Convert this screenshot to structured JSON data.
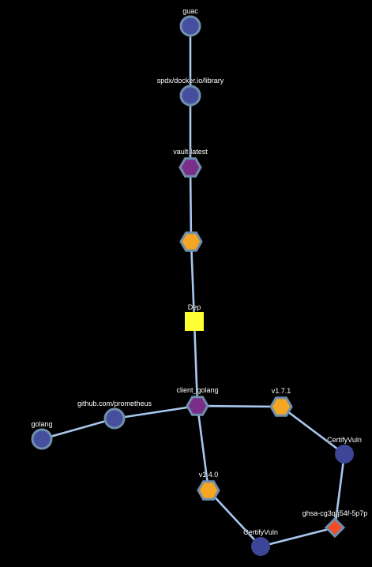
{
  "colors": {
    "background": "#000000",
    "edge": "#a8c8ee",
    "node_border": "#6f8fad",
    "package_blue": "#464f9e",
    "version_orange": "#f5a623",
    "name_purple": "#7b2e88",
    "dependency_yellow": "#ffff33",
    "vuln_navy": "#3d4597",
    "ghsa_red": "#f24c2a",
    "label": "#ffffff"
  },
  "graph": {
    "nodes": [
      {
        "id": "guac",
        "label": "guac",
        "shape": "circle",
        "color": "package_blue",
        "bordered": true
      },
      {
        "id": "spdx",
        "label": "spdx/docker.io/library",
        "shape": "circle",
        "color": "package_blue",
        "bordered": true
      },
      {
        "id": "vault",
        "label": "vault-latest",
        "shape": "hexagon",
        "color": "name_purple",
        "bordered": true
      },
      {
        "id": "vault-ver",
        "label": "",
        "shape": "hexagon",
        "color": "version_orange",
        "bordered": true
      },
      {
        "id": "dep",
        "label": "Dep",
        "shape": "square",
        "color": "dependency_yellow",
        "bordered": false
      },
      {
        "id": "client",
        "label": "client_golang",
        "shape": "hexagon",
        "color": "name_purple",
        "bordered": true
      },
      {
        "id": "prom",
        "label": "github.com/prometheus",
        "shape": "circle",
        "color": "package_blue",
        "bordered": true
      },
      {
        "id": "golang",
        "label": "golang",
        "shape": "circle",
        "color": "package_blue",
        "bordered": true
      },
      {
        "id": "v171",
        "label": "v1.7.1",
        "shape": "hexagon",
        "color": "version_orange",
        "bordered": true
      },
      {
        "id": "cv1",
        "label": "CertifyVuln",
        "shape": "circle",
        "color": "vuln_navy",
        "bordered": false
      },
      {
        "id": "v140",
        "label": "v1.4.0",
        "shape": "hexagon",
        "color": "version_orange",
        "bordered": true
      },
      {
        "id": "ghsa",
        "label": "ghsa-cg3q-j54f-5p7p",
        "shape": "diamond",
        "color": "ghsa_red",
        "bordered": true
      },
      {
        "id": "cv2",
        "label": "CertifyVuln",
        "shape": "circle",
        "color": "vuln_navy",
        "bordered": false
      }
    ],
    "edges": [
      {
        "from": "guac",
        "to": "spdx"
      },
      {
        "from": "spdx",
        "to": "vault"
      },
      {
        "from": "vault",
        "to": "vault-ver"
      },
      {
        "from": "vault-ver",
        "to": "dep"
      },
      {
        "from": "dep",
        "to": "client"
      },
      {
        "from": "client",
        "to": "prom"
      },
      {
        "from": "prom",
        "to": "golang"
      },
      {
        "from": "client",
        "to": "v171"
      },
      {
        "from": "v171",
        "to": "cv1"
      },
      {
        "from": "cv1",
        "to": "ghsa"
      },
      {
        "from": "client",
        "to": "v140"
      },
      {
        "from": "v140",
        "to": "cv2"
      },
      {
        "from": "cv2",
        "to": "ghsa"
      }
    ]
  }
}
